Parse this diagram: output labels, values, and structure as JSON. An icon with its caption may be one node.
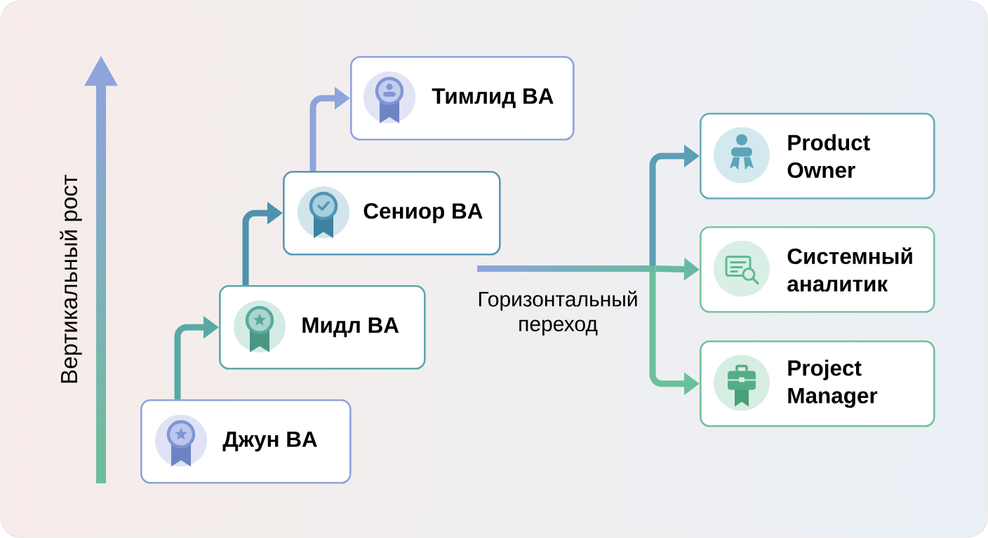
{
  "diagram": {
    "nodes": [
      {
        "text": [
          "Джун BA"
        ]
      },
      {
        "text": [
          "Мидл BA"
        ]
      },
      {
        "text": [
          "Сениор BA"
        ]
      },
      {
        "text": [
          "Тимлид BA"
        ]
      },
      {
        "text": [
          "Product Owner"
        ]
      },
      {
        "text": [
          "Системный аналитик"
        ]
      },
      {
        "text": [
          "Project Manager"
        ]
      }
    ],
    "edges": [
      {
        "from": 0,
        "to": 1,
        "arrow": "to",
        "color": "#5aa9a5"
      },
      {
        "from": 1,
        "to": 2,
        "arrow": "to",
        "color": "#4e92b1"
      },
      {
        "from": 2,
        "to": 3,
        "arrow": "to",
        "color": "#8da5dc"
      },
      {
        "from": null,
        "to": 4,
        "arrow": "to",
        "color": "#5b9fb6"
      },
      {
        "from": null,
        "to": 5,
        "arrow": "to",
        "color": "#68b9a3",
        "label": "Горизонтальный переход"
      },
      {
        "from": null,
        "to": 6,
        "arrow": "to",
        "color": "#6bc09c"
      }
    ],
    "labels": [
      "Вертикальный рост"
    ]
  }
}
